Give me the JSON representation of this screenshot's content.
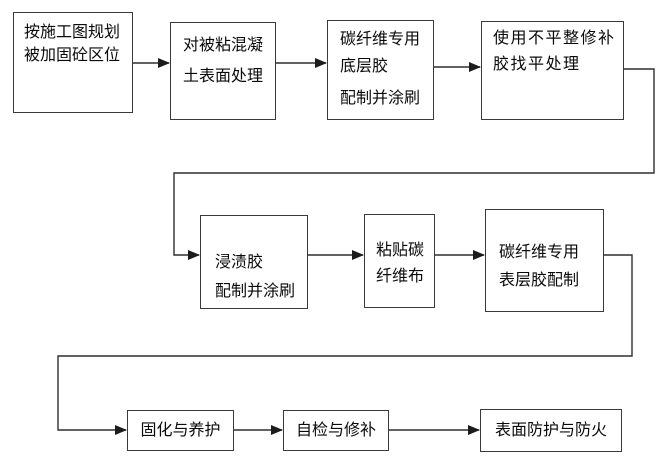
{
  "diagram": {
    "background_color": "#ffffff",
    "line_color": "#2f2f2f",
    "text_color": "#0a0a0a",
    "nodes": [
      {
        "id": "plan-reinforced-zones",
        "lines": [
          "按施工图规划",
          "被加固砼区位"
        ]
      },
      {
        "id": "concrete-surface-treat",
        "lines": [
          "对被粘混凝",
          "土表面处理"
        ]
      },
      {
        "id": "primer-adhesive",
        "lines": [
          "碳纤维专用",
          "底层胶",
          "配制并涂刷"
        ]
      },
      {
        "id": "leveling-repair",
        "lines": [
          "使用不平整修补",
          "胶找平处理"
        ]
      },
      {
        "id": "impregnating-adhesive",
        "lines": [
          "浸渍胶",
          "配制并涂刷"
        ]
      },
      {
        "id": "paste-carbon-fiber",
        "lines": [
          "粘贴碳",
          "纤维布"
        ]
      },
      {
        "id": "top-coat-adhesive",
        "lines": [
          "碳纤维专用",
          "表层胶配制"
        ]
      },
      {
        "id": "curing-maintenance",
        "lines": [
          "固化与养护"
        ]
      },
      {
        "id": "self-check-repair",
        "lines": [
          "自检与修补"
        ]
      },
      {
        "id": "surface-fire-protection",
        "lines": [
          "表面防护与防火"
        ]
      }
    ],
    "edges": [
      {
        "from": "plan-reinforced-zones",
        "to": "concrete-surface-treat"
      },
      {
        "from": "concrete-surface-treat",
        "to": "primer-adhesive"
      },
      {
        "from": "primer-adhesive",
        "to": "leveling-repair"
      },
      {
        "from": "leveling-repair",
        "to": "impregnating-adhesive"
      },
      {
        "from": "impregnating-adhesive",
        "to": "paste-carbon-fiber"
      },
      {
        "from": "paste-carbon-fiber",
        "to": "top-coat-adhesive"
      },
      {
        "from": "top-coat-adhesive",
        "to": "curing-maintenance"
      },
      {
        "from": "curing-maintenance",
        "to": "self-check-repair"
      },
      {
        "from": "self-check-repair",
        "to": "surface-fire-protection"
      }
    ]
  }
}
